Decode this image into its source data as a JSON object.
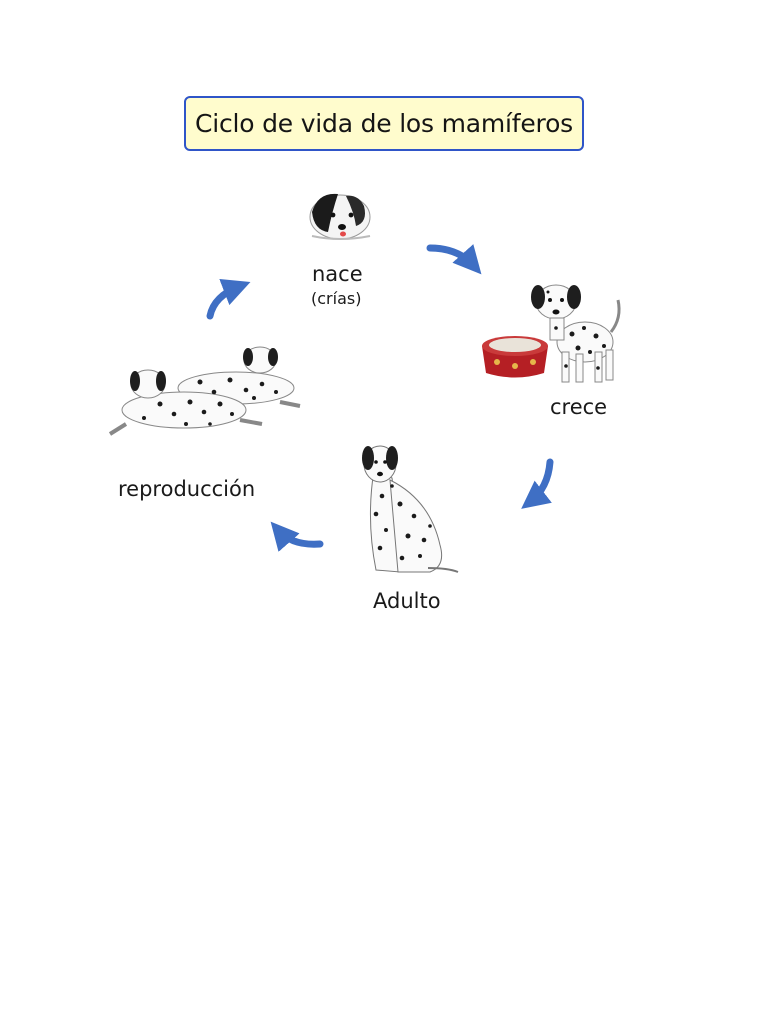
{
  "title": "Ciclo de vida de los mamíferos",
  "stages": [
    {
      "label": "nace",
      "sublabel": "(crías)",
      "icon": "puppy-head-icon"
    },
    {
      "label": "crece",
      "icon": "young-dalmatian-with-food-bowl-icon"
    },
    {
      "label": "Adulto",
      "icon": "sitting-adult-dalmatian-icon"
    },
    {
      "label": "reproducción",
      "icon": "two-lying-dalmatians-icon"
    }
  ],
  "colors": {
    "arrow": "#3f6fc4",
    "title_border": "#2f55c8",
    "title_fill": "#fffccd",
    "bowl": "#b51f24"
  }
}
